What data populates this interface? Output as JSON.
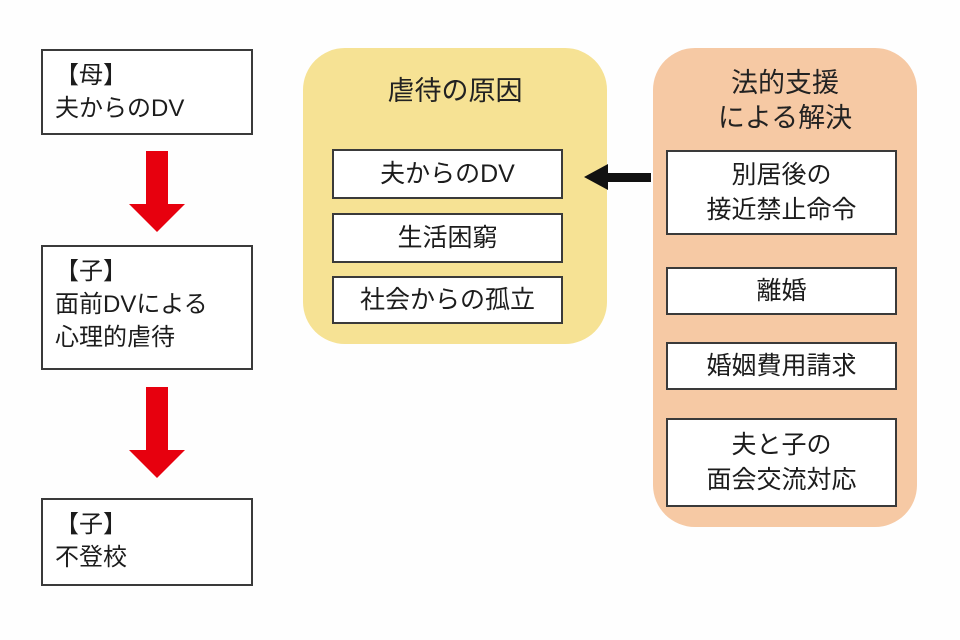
{
  "diagram": {
    "description_colors": {
      "causes_panel_bg": "#f6e294",
      "legal_panel_bg": "#f6c9a4",
      "arrow_red": "#e7000e",
      "arrow_black": "#111111",
      "box_border": "#3a3a3a"
    },
    "left_flow": {
      "boxes": [
        {
          "text": "【母】\n夫からのDV"
        },
        {
          "text": "【子】\n面前DVによる\n心理的虐待"
        },
        {
          "text": "【子】\n不登校"
        }
      ]
    },
    "causes_panel": {
      "title": "虐待の原因",
      "items": [
        {
          "label": "夫からのDV"
        },
        {
          "label": "生活困窮"
        },
        {
          "label": "社会からの孤立"
        }
      ]
    },
    "legal_panel": {
      "title": "法的支援\nによる解決",
      "items": [
        {
          "label": "別居後の\n接近禁止命令"
        },
        {
          "label": "離婚"
        },
        {
          "label": "婚姻費用請求"
        },
        {
          "label": "夫と子の\n面会交流対応"
        }
      ]
    }
  }
}
